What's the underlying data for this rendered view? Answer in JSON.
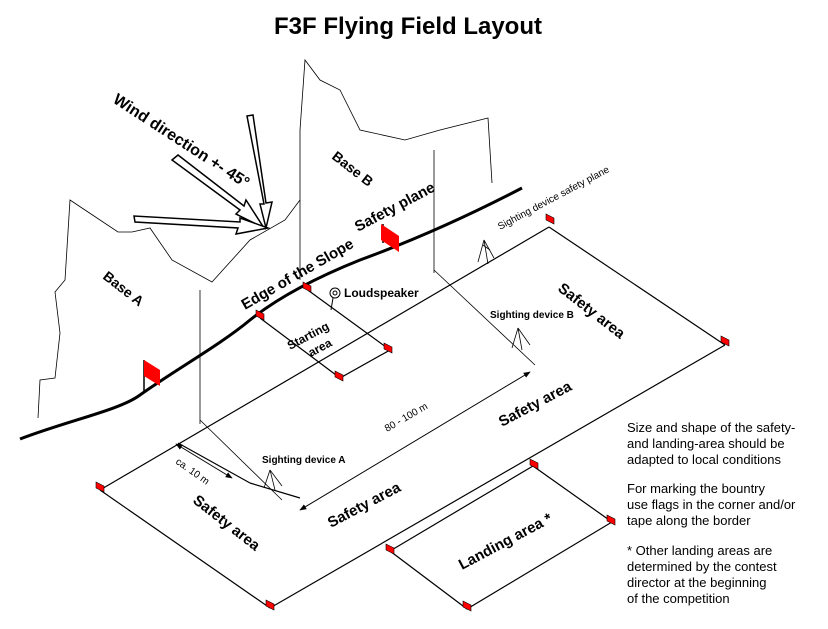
{
  "title": "F3F Flying Field Layout",
  "labels": {
    "wind_direction": "Wind direction +- 45°",
    "base_a": "Base A",
    "base_b": "Base B",
    "edge_of_slope": "Edge of the Slope",
    "safety_plane": "Safety plane",
    "sighting_device_safety_plane": "Sighting device safety plane",
    "loudspeaker": "Loudspeaker",
    "starting_area_line1": "Starting",
    "starting_area_line2": "area",
    "sighting_device_a": "Sighting device A",
    "sighting_device_b": "Sighting device B",
    "distance_course": "80 - 100 m",
    "distance_edge": "ca. 10 m",
    "safety_area_right": "Safety area",
    "safety_area_center_right": "Safety area",
    "safety_area_center_bottom": "Safety area",
    "safety_area_left": "Safety area",
    "landing_area": "Landing area *"
  },
  "notes": {
    "note1": [
      "Size and shape of the safety-",
      "and landing-area should be",
      "adapted to local conditions"
    ],
    "note2": [
      "For marking the bountry",
      "use flags in the corner and/or",
      "tape along the border"
    ],
    "note3": [
      "* Other landing areas are",
      "determined by the contest",
      "director at the beginning",
      "of the competition"
    ]
  },
  "colors": {
    "flag": "#ff0000",
    "line": "#000000"
  }
}
